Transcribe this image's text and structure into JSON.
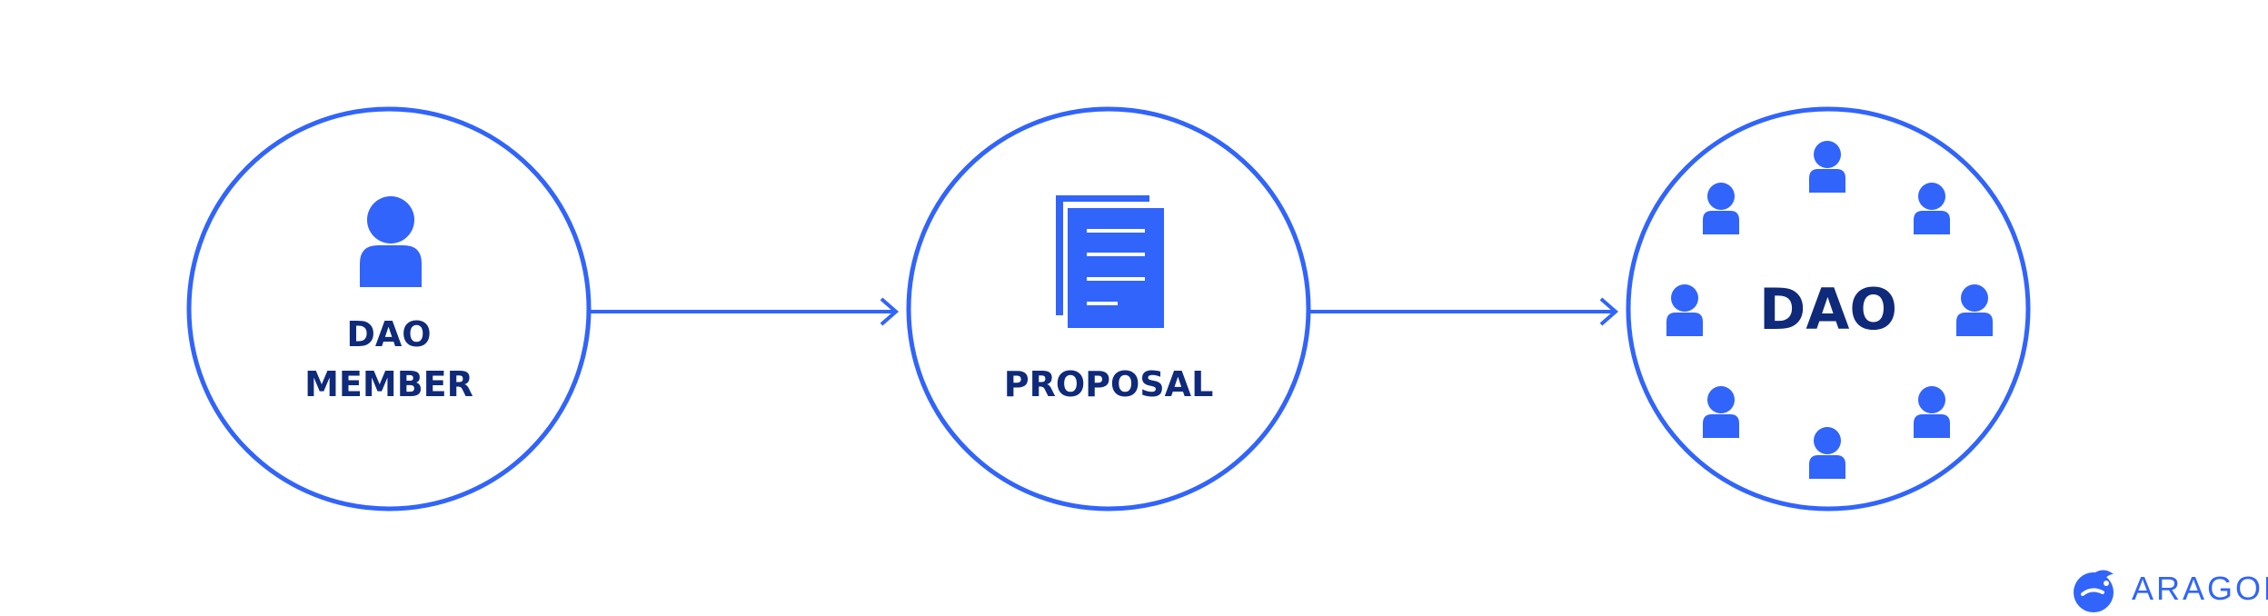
{
  "nodes": {
    "member": {
      "line1": "DAO",
      "line2": "MEMBER"
    },
    "proposal": {
      "label": "PROPOSAL"
    },
    "dao": {
      "label": "DAO"
    }
  },
  "logo": {
    "text": "ARAGON"
  },
  "colors": {
    "accent": "#3164fa",
    "text": "#0f2a7a",
    "background": "#ffffff"
  },
  "icons": [
    "person-icon",
    "document-icon",
    "people-ring-icon",
    "aragon-logo-icon"
  ]
}
